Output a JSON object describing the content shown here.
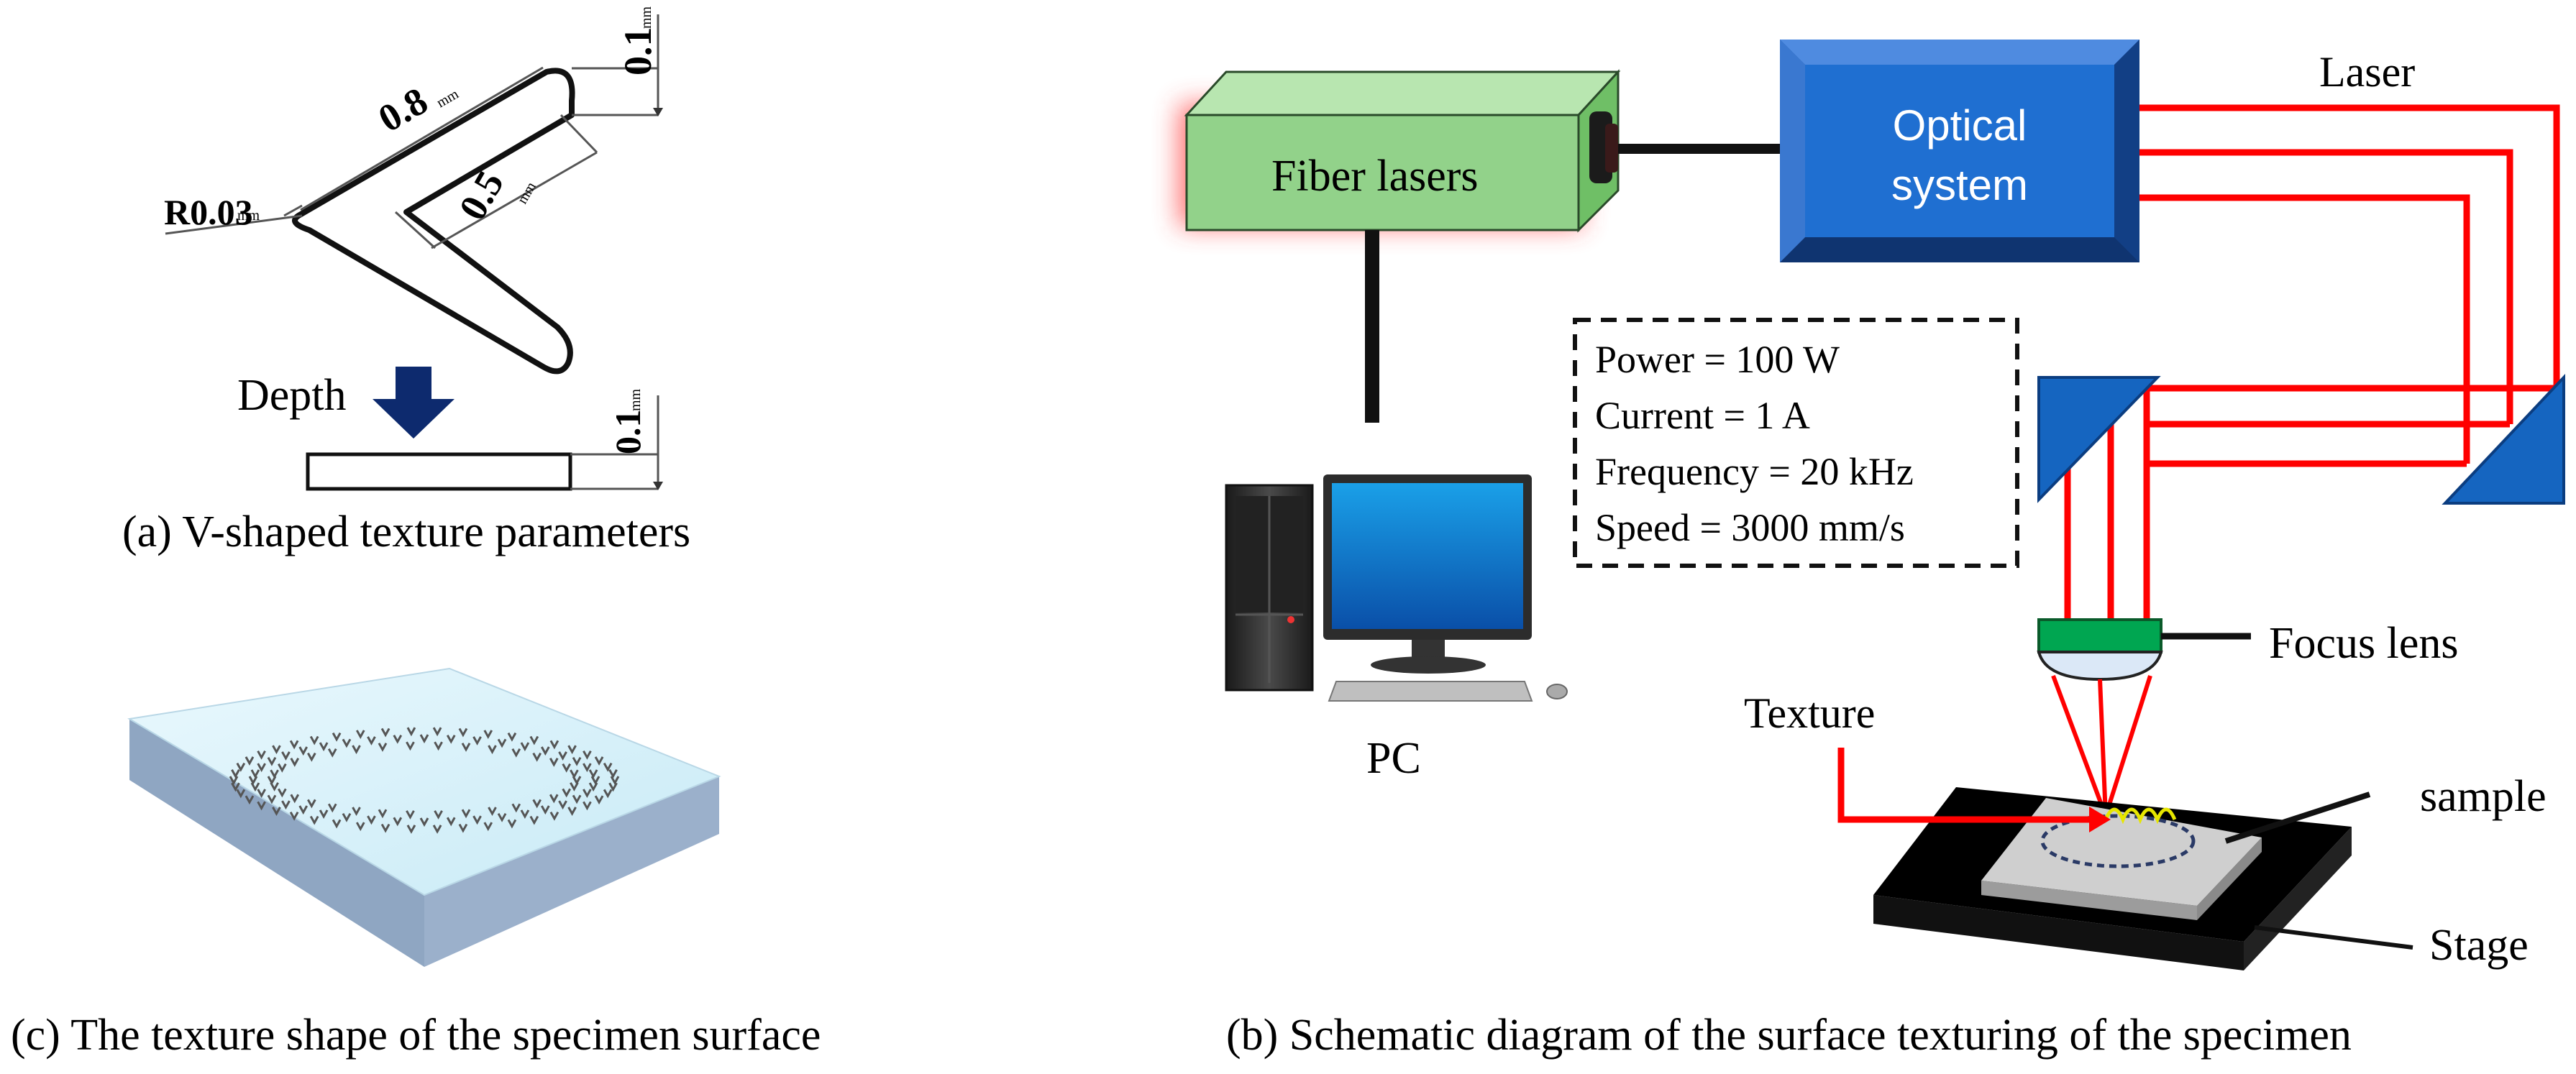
{
  "panel_a": {
    "dim_long": "0.8",
    "dim_short": "0.5",
    "dim_width": "0.1",
    "dim_radius": "R0.03",
    "unit": "mm",
    "depth_label": "Depth",
    "depth_value": "0.1",
    "caption": "(a) V-shaped texture parameters"
  },
  "panel_b": {
    "fiber_laser_label": "Fiber lasers",
    "optical_line1": "Optical",
    "optical_line2": "system",
    "laser_label": "Laser",
    "params": [
      "Power = 100 W",
      "Current = 1 A",
      "Frequency = 20 kHz",
      "Speed = 3000 mm/s"
    ],
    "pc_label": "PC",
    "focus_lens_label": "Focus lens",
    "texture_label": "Texture",
    "sample_label": "sample",
    "stage_label": "Stage",
    "caption": "(b) Schematic diagram of the surface texturing of the specimen"
  },
  "panel_c": {
    "caption": "(c) The texture shape of the specimen surface"
  },
  "colors": {
    "laser_red": "#ff0000",
    "box_green": "#92d28a",
    "optics_blue": "#1f6fd1",
    "mirror_blue": "#1565c0",
    "lens_green": "#00a651",
    "arrow_navy": "#0d2a6e"
  }
}
